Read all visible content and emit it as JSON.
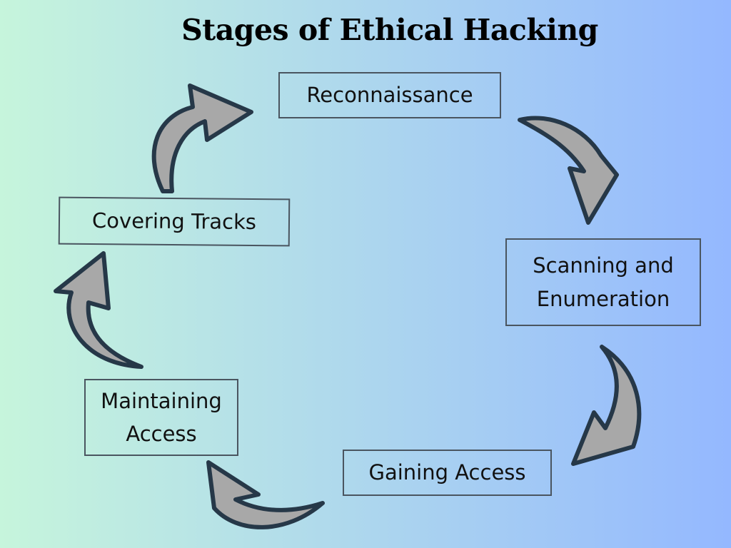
{
  "diagram": {
    "title": "Stages of Ethical Hacking",
    "stages": [
      {
        "id": "reconnaissance",
        "label": "Reconnaissance"
      },
      {
        "id": "scanning",
        "label": "Scanning and\nEnumeration"
      },
      {
        "id": "gaining",
        "label": "Gaining Access"
      },
      {
        "id": "maintaining",
        "label": "Maintaining\nAccess"
      },
      {
        "id": "covering",
        "label": "Covering Tracks"
      }
    ],
    "colors": {
      "gradient_left": "#c6f5dc",
      "gradient_right": "#94b8ff",
      "arrow_fill": "#a8a8a8",
      "arrow_stroke": "#263848",
      "box_border": "#4a5560",
      "text": "#111111"
    }
  }
}
